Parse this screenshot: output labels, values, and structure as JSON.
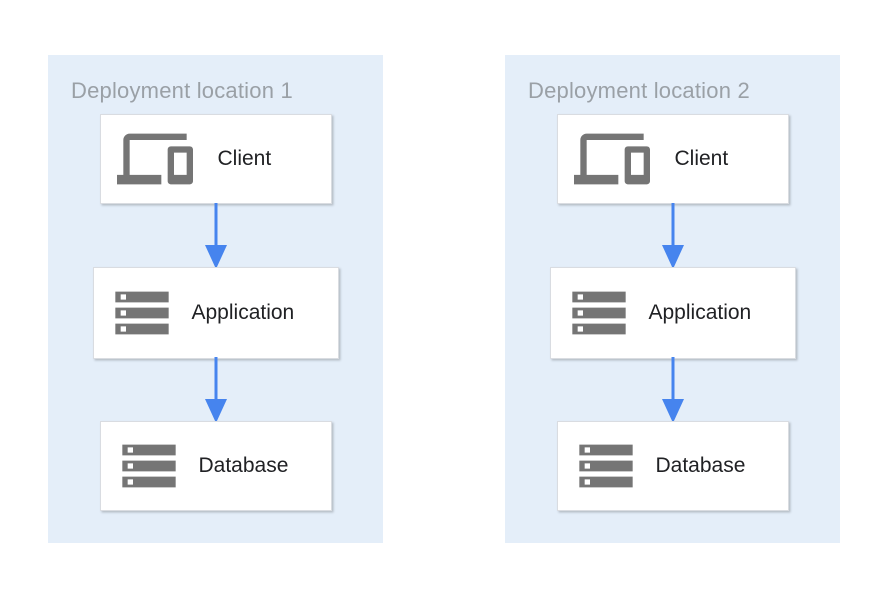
{
  "diagram": {
    "colors": {
      "panel_background": "#e4eef9",
      "panel_title": "#9aa0a6",
      "node_border": "#d9dce1",
      "node_label": "#202124",
      "icon": "#757575",
      "arrow": "#4684ee"
    },
    "panels": [
      {
        "title": "Deployment location 1",
        "nodes": [
          {
            "label": "Client",
            "icon": "devices-icon"
          },
          {
            "label": "Application",
            "icon": "server-stack-icon"
          },
          {
            "label": "Database",
            "icon": "server-stack-icon"
          }
        ]
      },
      {
        "title": "Deployment location 2",
        "nodes": [
          {
            "label": "Client",
            "icon": "devices-icon"
          },
          {
            "label": "Application",
            "icon": "server-stack-icon"
          },
          {
            "label": "Database",
            "icon": "server-stack-icon"
          }
        ]
      }
    ]
  }
}
